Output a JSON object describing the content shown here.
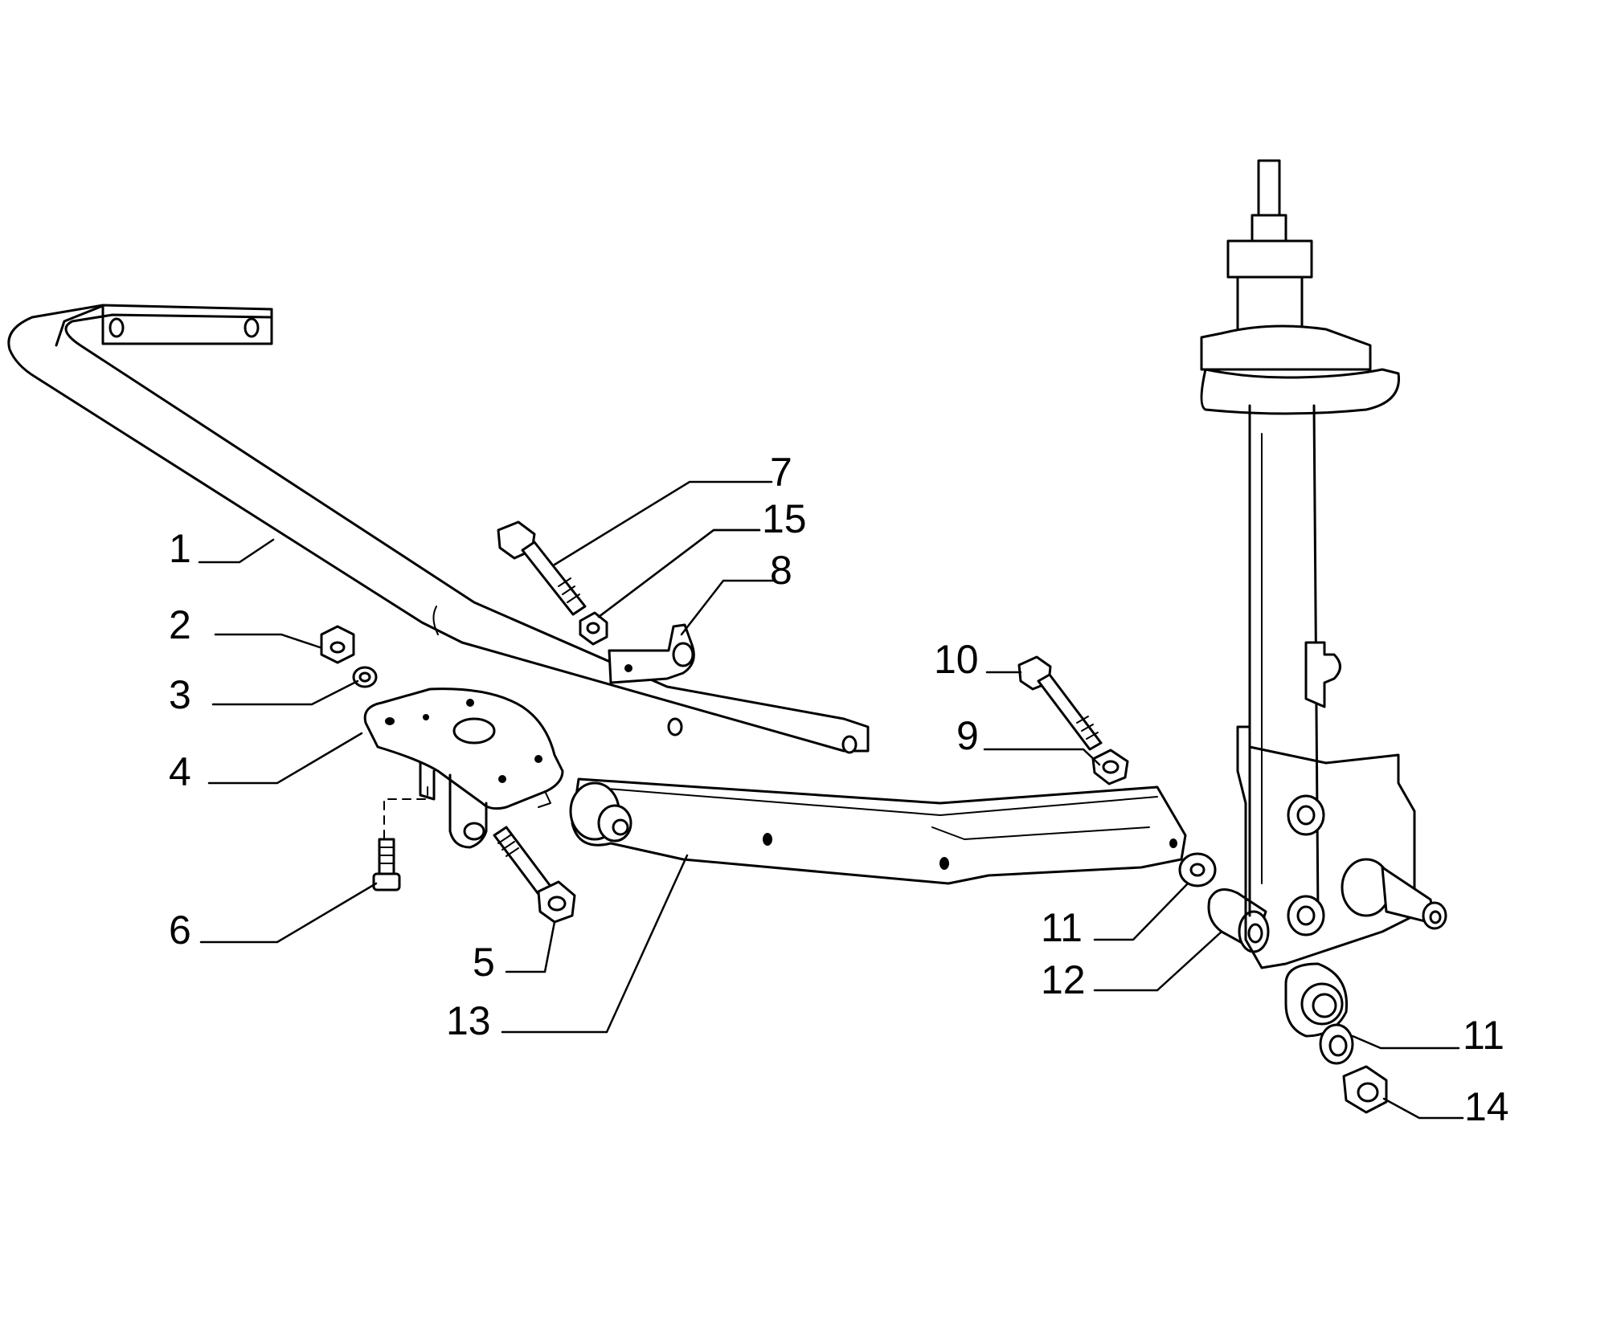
{
  "callouts": [
    {
      "id": "c1",
      "label": "1"
    },
    {
      "id": "c2",
      "label": "2"
    },
    {
      "id": "c3",
      "label": "3"
    },
    {
      "id": "c4",
      "label": "4"
    },
    {
      "id": "c5",
      "label": "5"
    },
    {
      "id": "c6",
      "label": "6"
    },
    {
      "id": "c7",
      "label": "7"
    },
    {
      "id": "c8",
      "label": "8"
    },
    {
      "id": "c9",
      "label": "9"
    },
    {
      "id": "c10",
      "label": "10"
    },
    {
      "id": "c11a",
      "label": "11"
    },
    {
      "id": "c11b",
      "label": "11"
    },
    {
      "id": "c12",
      "label": "12"
    },
    {
      "id": "c13",
      "label": "13"
    },
    {
      "id": "c14",
      "label": "14"
    },
    {
      "id": "c15",
      "label": "15"
    }
  ]
}
